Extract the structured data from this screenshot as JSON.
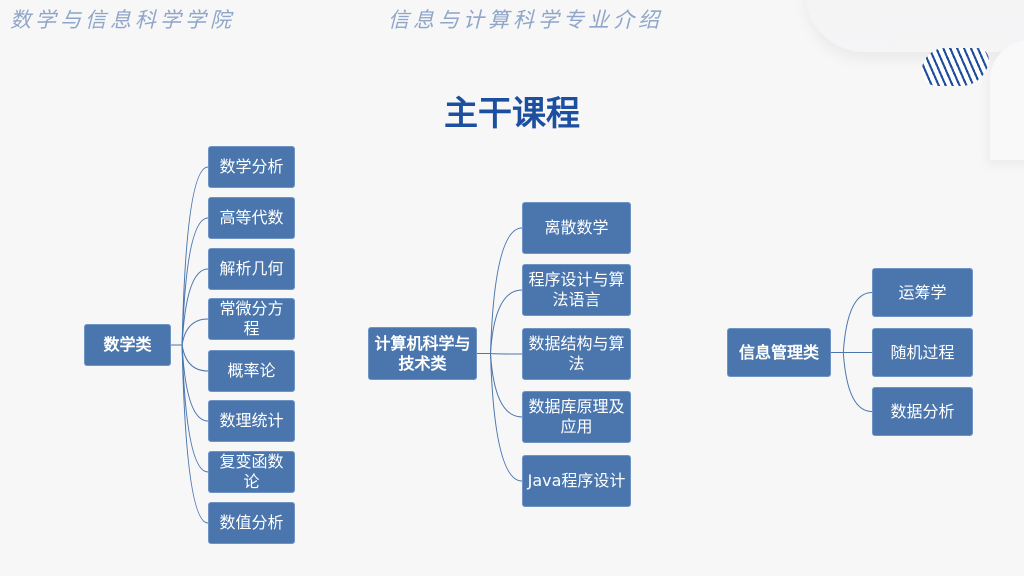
{
  "header": {
    "school": "数学与信息科学学院",
    "subtitle": "信息与计算科学专业介绍"
  },
  "title": "主干课程",
  "groups": [
    {
      "label": "数学类",
      "children": [
        "数学分析",
        "高等代数",
        "解析几何",
        "常微分方程",
        "概率论",
        "数理统计",
        "复变函数论",
        "数值分析"
      ]
    },
    {
      "label": "计算机科学与技术类",
      "children": [
        "离散数学",
        "程序设计与算法语言",
        "数据结构与算法",
        "数据库原理及应用",
        "Java程序设计"
      ]
    },
    {
      "label": "信息管理类",
      "children": [
        "运筹学",
        "随机过程",
        "数据分析"
      ]
    }
  ],
  "colors": {
    "box": "#4a76ad",
    "title": "#1c4fa0",
    "line": "#4a76ad"
  }
}
